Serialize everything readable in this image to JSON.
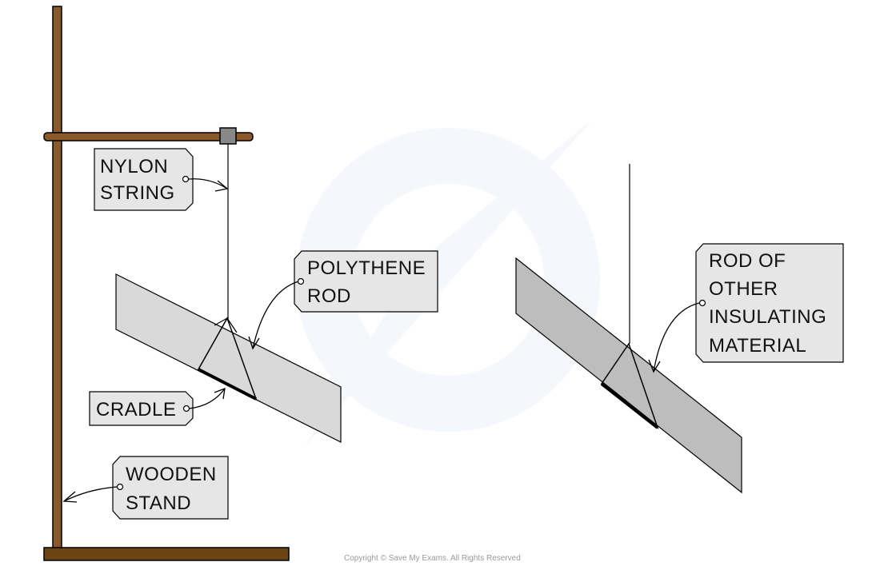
{
  "labels": {
    "nylon_string": [
      "NYLON",
      "STRING"
    ],
    "polythene_rod": [
      "POLYTHENE",
      "ROD"
    ],
    "cradle": [
      "CRADLE"
    ],
    "wooden_stand": [
      "WOODEN",
      "STAND"
    ],
    "other_rod": [
      "ROD  OF",
      "OTHER",
      "INSULATING",
      "MATERIAL"
    ]
  },
  "copyright": "Copyright © Save My Exams. All Rights Reserved",
  "colors": {
    "wood": "#8a5a2b",
    "wood_dark": "#6e4314",
    "rod_light": "#d9d9d9",
    "rod_dark": "#bdbdbd",
    "tag_fill": "#e6e6e6",
    "clamp": "#888888"
  }
}
